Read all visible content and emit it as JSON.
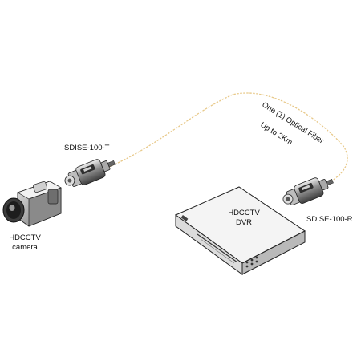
{
  "diagram": {
    "fiber_label": "One (1) Optical Fiber",
    "distance_label": "Up to 2Km",
    "transmitter_label": "SDISE-100-T",
    "receiver_label": "SDISE-100-R",
    "camera_label_line1": "HDCCTV",
    "camera_label_line2": "camera",
    "dvr_label_line1": "HDCCTV",
    "dvr_label_line2": "DVR"
  },
  "colors": {
    "fiber": "#e8c98a",
    "outline": "#222222",
    "device_dark": "#3a3a3a",
    "device_mid": "#9a9a9a",
    "device_light": "#d9d9d9"
  }
}
